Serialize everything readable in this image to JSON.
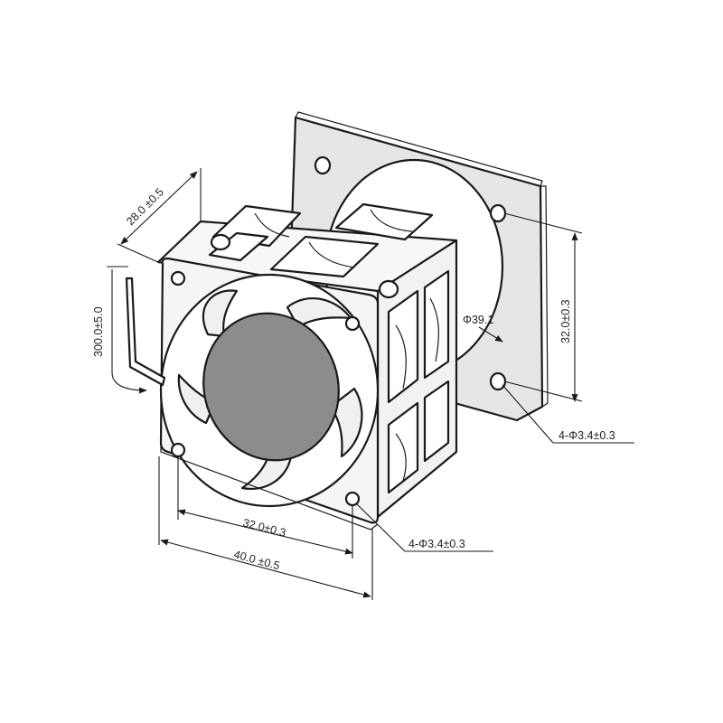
{
  "dimensions": {
    "depth": "28.0 ±0.5",
    "cable_length": "300.0±5.0",
    "front_hole_spacing": "32.0±0.3",
    "frame_width": "40.0 ±0.5",
    "front_holes": "4-Φ3.4±0.3",
    "back_hole_spacing": "32.0±0.3",
    "back_holes": "4-Φ3.4±0.3",
    "flange_diameter": "Φ39.1"
  },
  "colors": {
    "frame": "#f4f4f4",
    "flange": "#e4e4e4",
    "hub": "#8c8c8c",
    "line": "#1a1a1a"
  }
}
